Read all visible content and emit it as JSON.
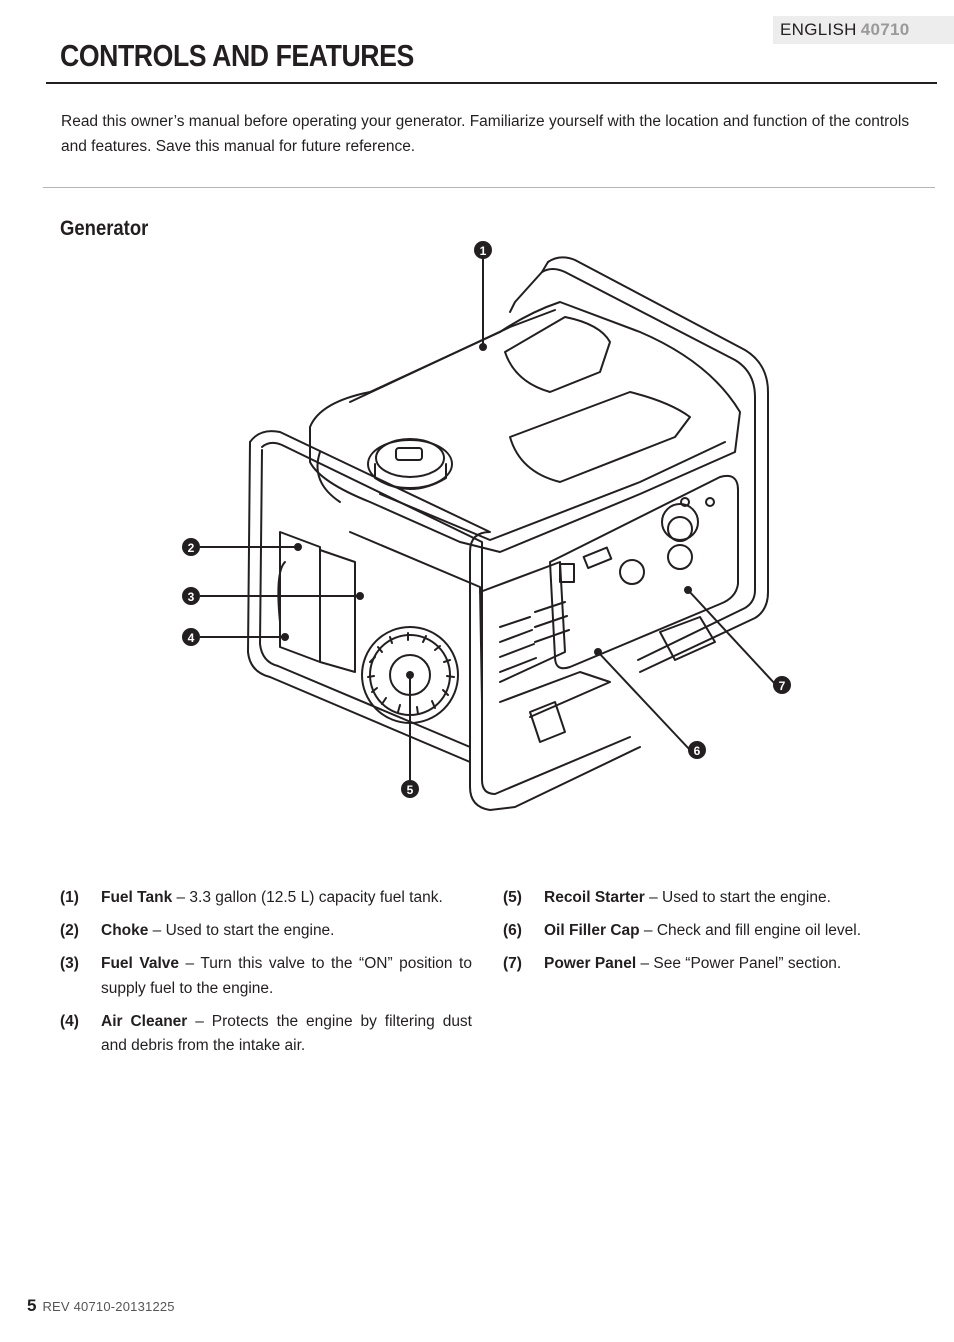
{
  "header": {
    "language": "ENGLISH",
    "model": "40710"
  },
  "title": "CONTROLS AND FEATURES",
  "intro": "Read this owner’s manual before operating your generator. Familiarize yourself with the location and function of the controls and features. Save this manual for future reference.",
  "section": "Generator",
  "callouts": [
    "1",
    "2",
    "3",
    "4",
    "5",
    "6",
    "7"
  ],
  "features_left": [
    {
      "num": "(1)",
      "name": "Fuel Tank",
      "desc": " – 3.3 gallon (12.5 L) capacity fuel tank."
    },
    {
      "num": "(2)",
      "name": "Choke",
      "desc": " – Used to start the engine."
    },
    {
      "num": "(3)",
      "name": "Fuel Valve",
      "desc": " – Turn this valve to the “ON” position to supply fuel to the engine."
    },
    {
      "num": "(4)",
      "name": "Air Cleaner",
      "desc": " – Protects the engine by filtering dust and debris from the intake air."
    }
  ],
  "features_right": [
    {
      "num": "(5)",
      "name": "Recoil Starter",
      "desc": " – Used to start the engine."
    },
    {
      "num": "(6)",
      "name": "Oil Filler Cap",
      "desc": " – Check and fill engine oil level."
    },
    {
      "num": "(7)",
      "name": "Power Panel",
      "desc": " – See “Power Panel” section."
    }
  ],
  "footer": {
    "page": "5",
    "revision": "REV 40710-20131225"
  }
}
